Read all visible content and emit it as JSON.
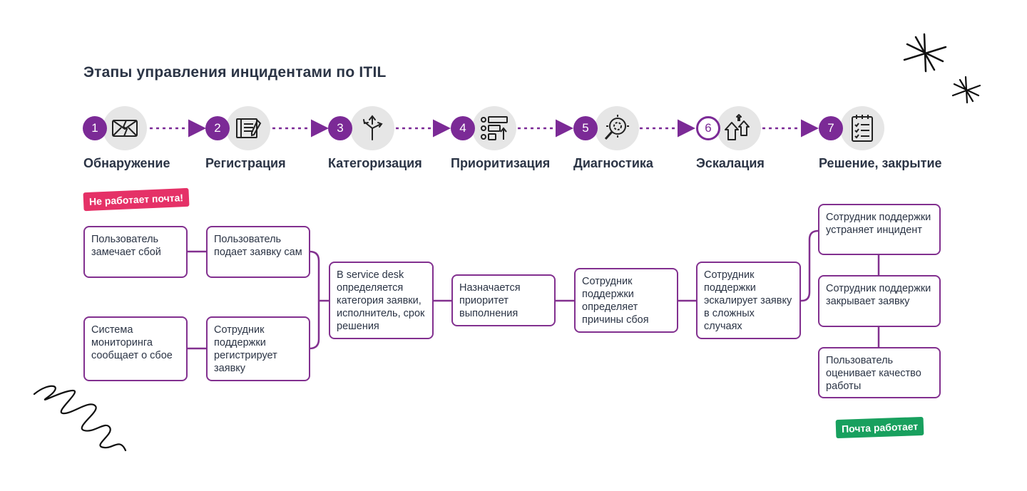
{
  "title": "Этапы управления инцидентами по ITIL",
  "stages": [
    {
      "num": "1",
      "label": "Обнаружение",
      "icon": "envelope-icon"
    },
    {
      "num": "2",
      "label": "Регистрация",
      "icon": "notebook-icon"
    },
    {
      "num": "3",
      "label": "Категоризация",
      "icon": "split-arrows-icon"
    },
    {
      "num": "4",
      "label": "Приоритизация",
      "icon": "priority-list-icon"
    },
    {
      "num": "5",
      "label": "Диагностика",
      "icon": "magnifier-gear-icon"
    },
    {
      "num": "6",
      "label": "Эскалация",
      "icon": "up-arrows-icon"
    },
    {
      "num": "7",
      "label": "Решение, закрытие",
      "icon": "checklist-icon"
    }
  ],
  "badges": {
    "problem": "Не работает почта!",
    "solved": "Почта работает"
  },
  "boxes": {
    "user_notices": "Пользователь замечает сбой",
    "monitoring": "Система мониторинга сообщает о сбое",
    "user_submits": "Пользователь подает заявку сам",
    "support_registers": "Сотрудник поддержки регистрирует заявку",
    "service_desk": "В service desk определяется категория заявки, исполнитель, срок решения",
    "priority": "Назначается приоритет выполнения",
    "diagnose": "Сотрудник поддержки определяет причины сбоя",
    "escalate": "Сотрудник поддержки эскалирует заявку в сложных случаях",
    "fixes": "Сотрудник поддержки устраняет инцидент",
    "closes": "Сотрудник поддержки закрывает заявку",
    "rates": "Пользователь оценивает качество работы"
  },
  "colors": {
    "accent": "#7b2a96",
    "badge_red": "#e53167",
    "badge_green": "#18a05e",
    "icon_bg": "#e6e6e6"
  }
}
